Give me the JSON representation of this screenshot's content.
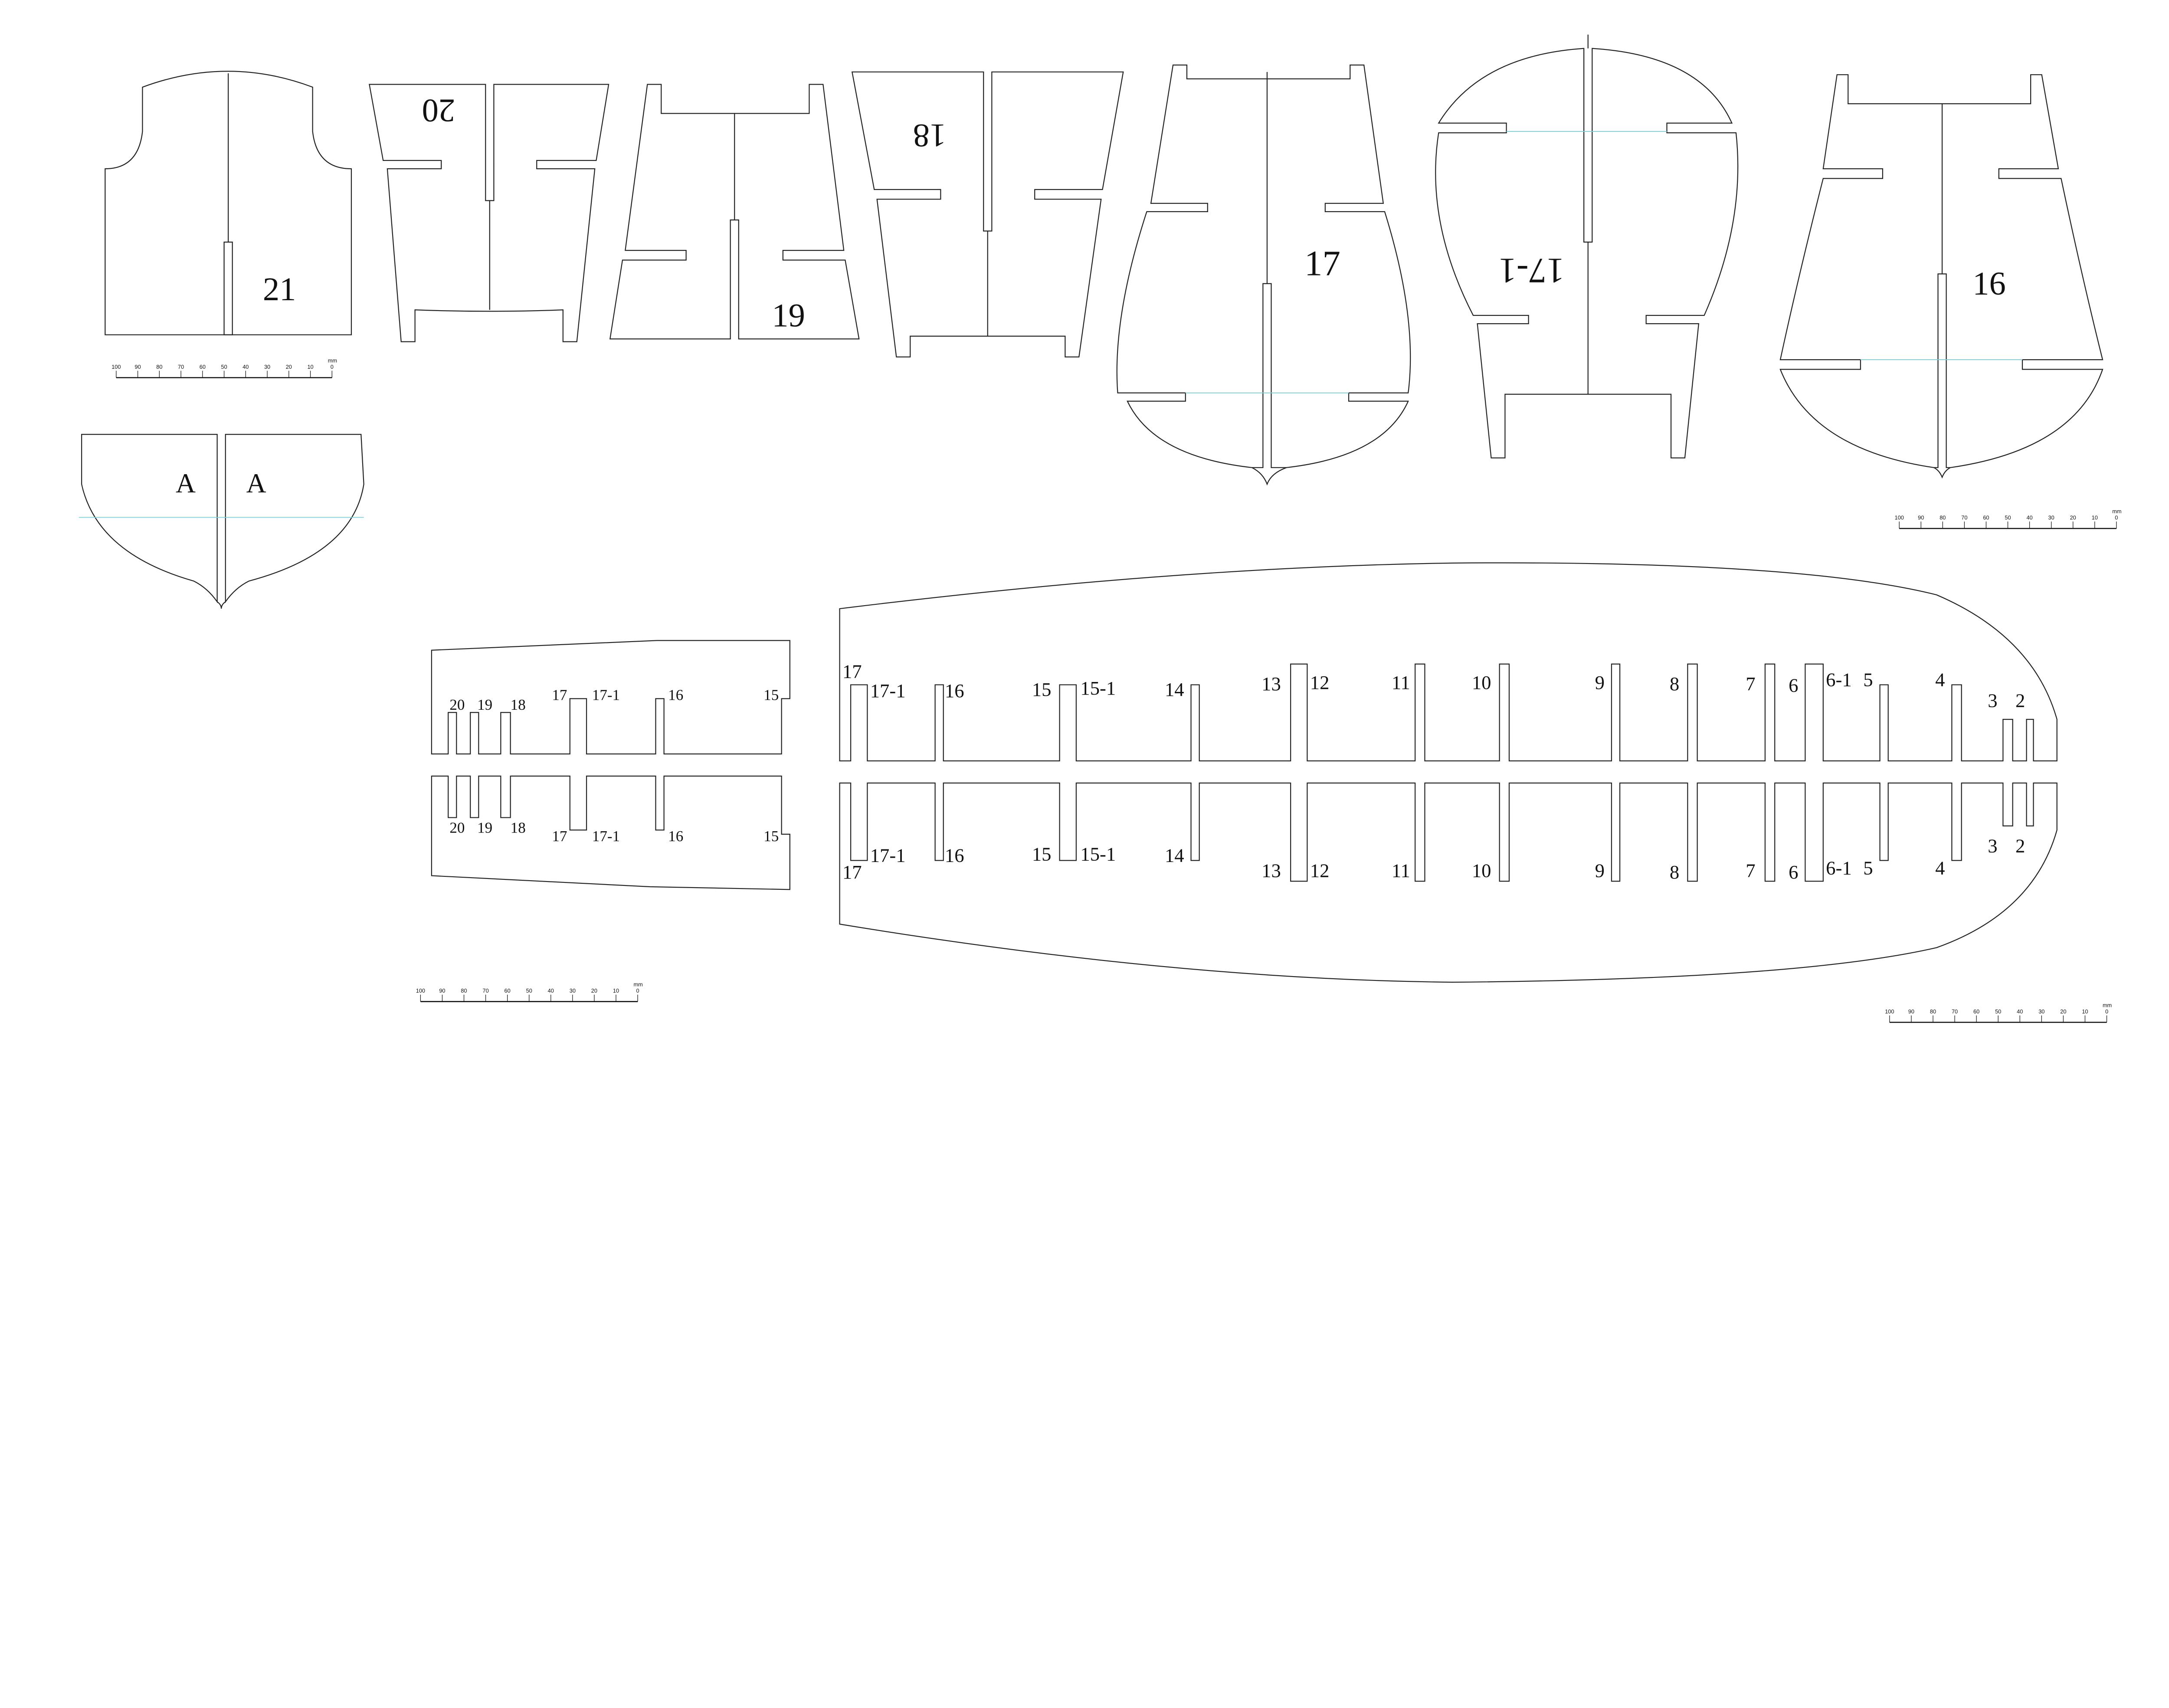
{
  "frames": {
    "f21": "21",
    "f20": "20",
    "f19": "19",
    "f18": "18",
    "f17": "17",
    "f17_1": "17-1",
    "f16": "16",
    "fA_left": "A",
    "fA_right": "A"
  },
  "small_keel": {
    "upper": [
      "20",
      "19",
      "18",
      "17",
      "17-1",
      "16",
      "15"
    ],
    "lower": [
      "20",
      "19",
      "18",
      "17",
      "17-1",
      "16",
      "15"
    ]
  },
  "main_keel": {
    "upper": [
      "17",
      "17-1",
      "16",
      "15",
      "15-1",
      "14",
      "13",
      "12",
      "11",
      "10",
      "9",
      "8",
      "7",
      "6",
      "6-1",
      "5",
      "4",
      "3",
      "2"
    ],
    "lower": [
      "17",
      "17-1",
      "16",
      "15",
      "15-1",
      "14",
      "13",
      "12",
      "11",
      "10",
      "9",
      "8",
      "7",
      "6",
      "6-1",
      "5",
      "4",
      "3",
      "2"
    ]
  },
  "scale": {
    "unit": "mm",
    "labels": [
      "100",
      "90",
      "80",
      "70",
      "60",
      "50",
      "40",
      "30",
      "20",
      "10",
      "0"
    ]
  },
  "colors": {
    "outline": "#222222",
    "waterline": "#7fd0dc"
  }
}
